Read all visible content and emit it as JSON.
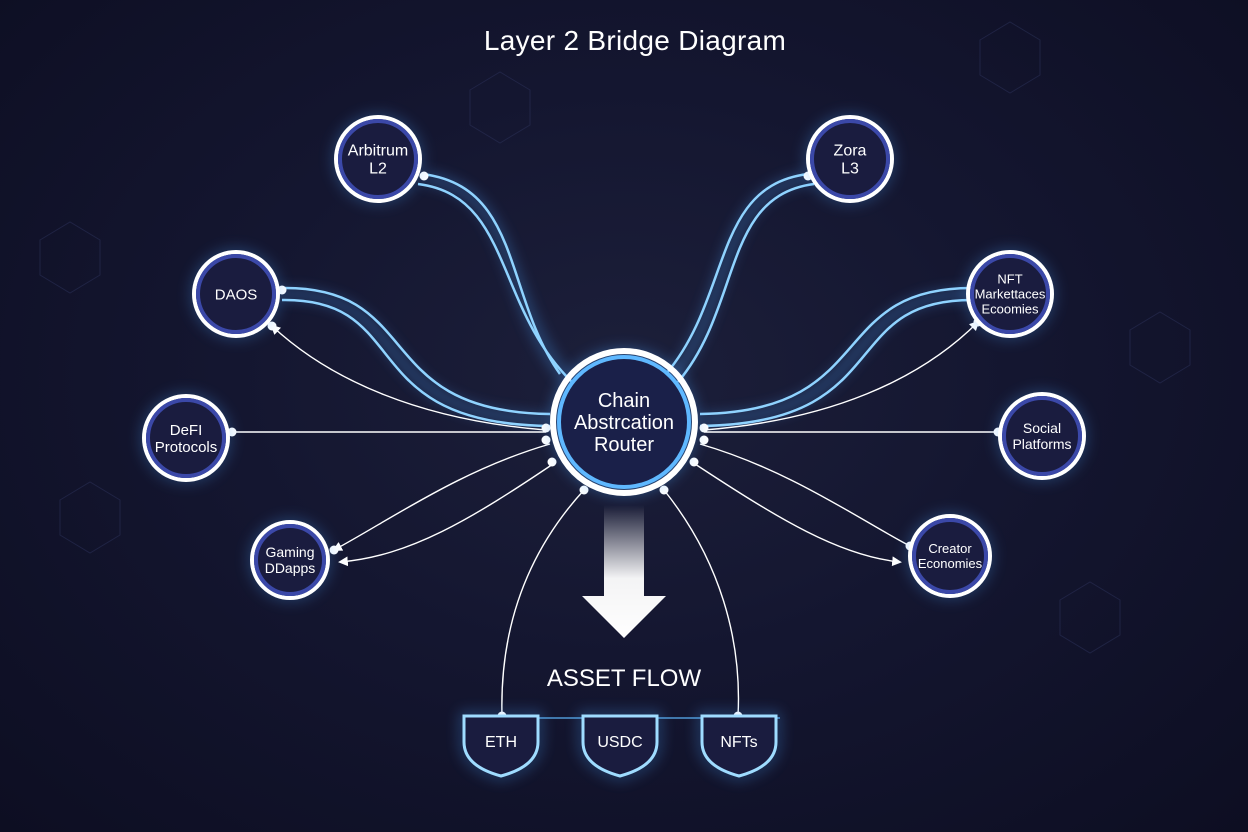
{
  "title": "Layer 2 Bridge Diagram",
  "hub": {
    "lines": [
      "Chain",
      "Abstrcation",
      "Router"
    ]
  },
  "nodes": {
    "arbitrum": [
      "Arbitrum",
      "L2"
    ],
    "zora": [
      "Zora",
      "L3"
    ],
    "daos": [
      "DAOS"
    ],
    "nft": [
      "NFT",
      "Markettaces",
      "Ecoomies"
    ],
    "defi": [
      "DeFI",
      "Protocols"
    ],
    "social": [
      "Social",
      "Platforms"
    ],
    "gaming": [
      "Gaming",
      "DDapps"
    ],
    "creator": [
      "Creator",
      "Economies"
    ]
  },
  "flow_label": "ASSET FLOW",
  "assets": [
    "ETH",
    "USDC",
    "NFTs"
  ],
  "colors": {
    "node_border": "#ffffff",
    "node_inner_ring": "#3b48a8",
    "node_fill": "#1a1c3f",
    "glow": "#4da6ff",
    "glow_line": "#9fdcff"
  }
}
